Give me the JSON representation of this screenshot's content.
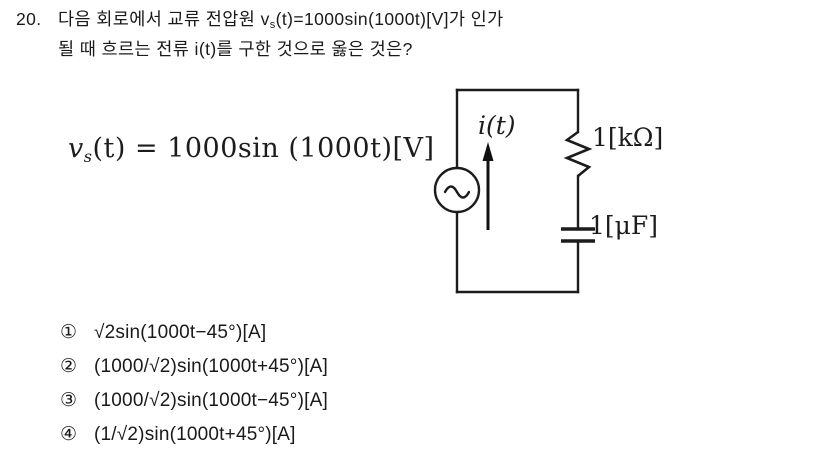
{
  "question": {
    "number": "20.",
    "line1_before_formula": "다음 회로에서 교류 전압원 ",
    "variable": "v",
    "variable_sub": "s",
    "line1_formula": "(t)=1000sin(1000t)[V]",
    "line1_after_formula": "가 인가",
    "line2": "될 때 흐르는 전류 i(t)를 구한 것으로 옳은 것은?"
  },
  "source_expression": {
    "v": "v",
    "sub": "s",
    "rest": "(t) = 1000sin (1000t)[V]"
  },
  "circuit": {
    "source_label": "ac-voltage-source",
    "current_label": "i(t)",
    "resistor_label": "1[kΩ]",
    "capacitor_label": "1[μF]",
    "ink_color": "#1c1c1c"
  },
  "choices": [
    {
      "marker": "①",
      "text": "√2sin(1000t−45°)[A]"
    },
    {
      "marker": "②",
      "text": "(1000/√2)sin(1000t+45°)[A]"
    },
    {
      "marker": "③",
      "text": "(1000/√2)sin(1000t−45°)[A]"
    },
    {
      "marker": "④",
      "text": "(1/√2)sin(1000t+45°)[A]"
    }
  ]
}
